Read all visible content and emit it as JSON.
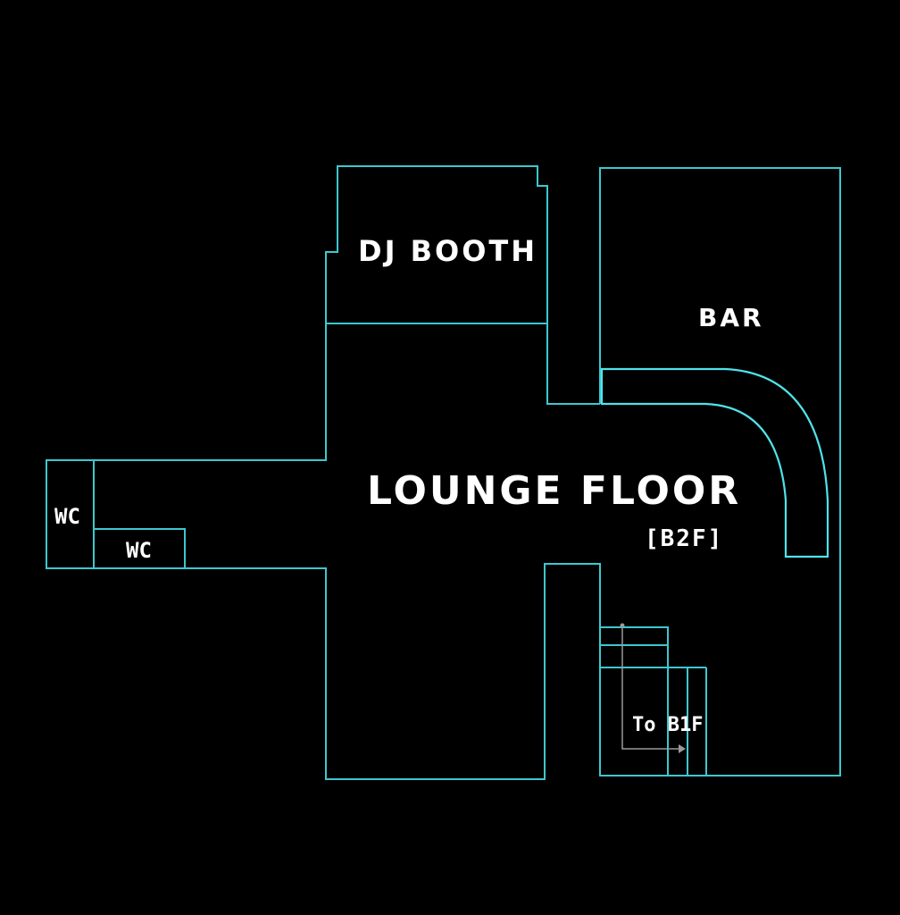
{
  "map": {
    "rooms": {
      "dj_booth": "DJ BOOTH",
      "bar": "BAR",
      "lounge_floor": "LOUNGE FLOOR",
      "floor_level": "[B2F]",
      "wc_left": "WC",
      "wc_right": "WC",
      "stairs": "To B1F"
    }
  },
  "colors": {
    "background": "#000000",
    "walls": "#3ec7cf",
    "bar_counter": "#4fe3ea",
    "labels": "#ffffff",
    "stair_arrow": "#9a9a9a"
  }
}
